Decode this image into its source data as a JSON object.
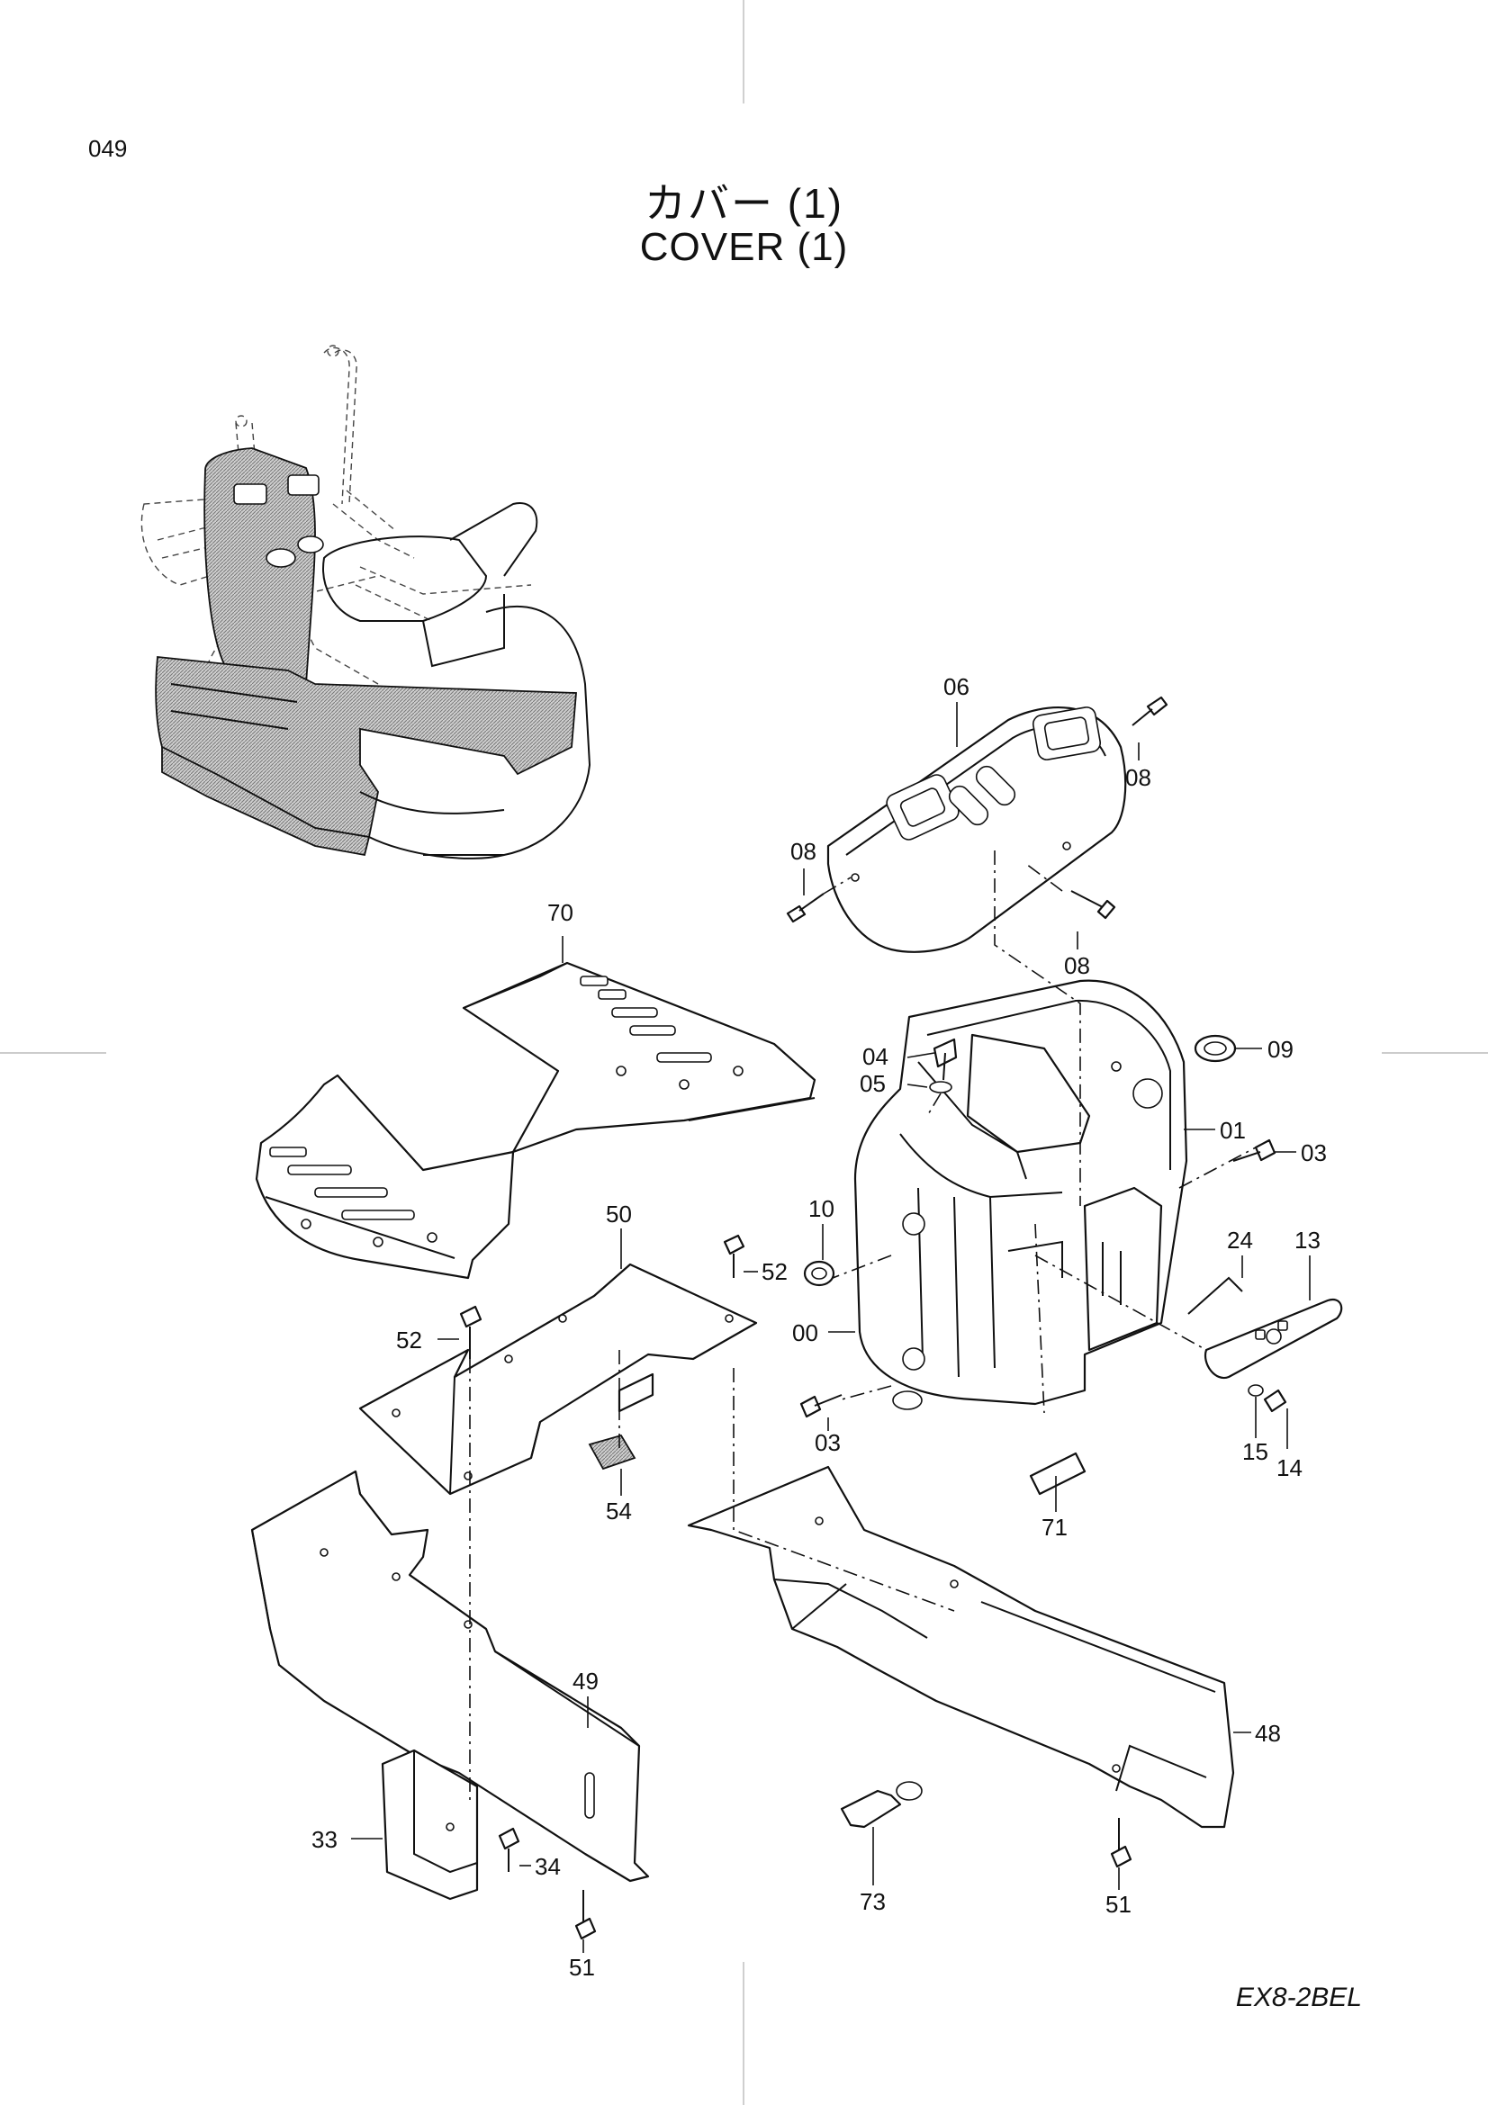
{
  "header": {
    "page_number": "049",
    "title_jp": "カバー (1)",
    "title_en": "COVER (1)",
    "model_code": "EX8-2BEL"
  },
  "callouts": [
    {
      "id": "c06",
      "label": "06"
    },
    {
      "id": "c08a",
      "label": "08"
    },
    {
      "id": "c08b",
      "label": "08"
    },
    {
      "id": "c08c",
      "label": "08"
    },
    {
      "id": "c70",
      "label": "70"
    },
    {
      "id": "c04",
      "label": "04"
    },
    {
      "id": "c05",
      "label": "05"
    },
    {
      "id": "c09",
      "label": "09"
    },
    {
      "id": "c01",
      "label": "01"
    },
    {
      "id": "c03a",
      "label": "03"
    },
    {
      "id": "c10",
      "label": "10"
    },
    {
      "id": "c24",
      "label": "24"
    },
    {
      "id": "c13",
      "label": "13"
    },
    {
      "id": "c50",
      "label": "50"
    },
    {
      "id": "c52a",
      "label": "52"
    },
    {
      "id": "c52b",
      "label": "52"
    },
    {
      "id": "c00",
      "label": "00"
    },
    {
      "id": "c03b",
      "label": "03"
    },
    {
      "id": "c15",
      "label": "15"
    },
    {
      "id": "c14",
      "label": "14"
    },
    {
      "id": "c54",
      "label": "54"
    },
    {
      "id": "c71",
      "label": "71"
    },
    {
      "id": "c49",
      "label": "49"
    },
    {
      "id": "c48",
      "label": "48"
    },
    {
      "id": "c33",
      "label": "33"
    },
    {
      "id": "c34",
      "label": "34"
    },
    {
      "id": "c51a",
      "label": "51"
    },
    {
      "id": "c73",
      "label": "73"
    },
    {
      "id": "c51b",
      "label": "51"
    }
  ]
}
